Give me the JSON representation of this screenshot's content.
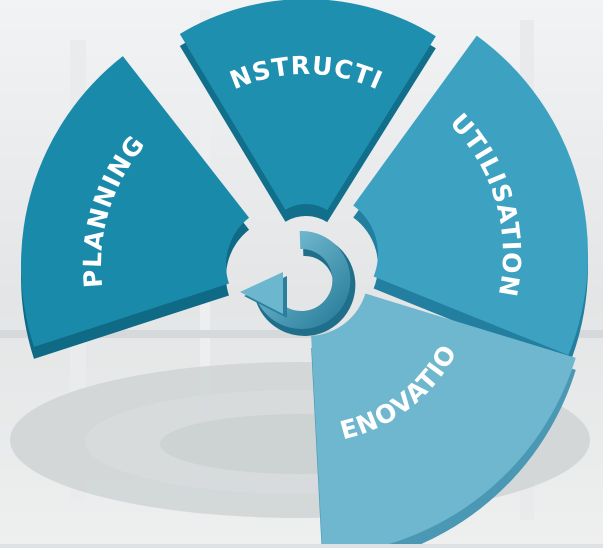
{
  "diagram": {
    "type": "lifecycle-cycle",
    "center_icon": "cycle-arrow-icon",
    "segments": [
      {
        "id": "planning",
        "label": "PLANNING",
        "color": "#1a8aab",
        "side_color": "#0f6a86"
      },
      {
        "id": "construction",
        "label": "CONSTRUCTION",
        "color": "#1f8fb0",
        "side_color": "#116f8c"
      },
      {
        "id": "utilisation",
        "label": "UTILISATION",
        "color": "#3da1c2",
        "side_color": "#237f9f"
      },
      {
        "id": "renovation",
        "label": "RENOVATION",
        "color": "#6fb6cf",
        "side_color": "#4b98b4"
      }
    ]
  }
}
